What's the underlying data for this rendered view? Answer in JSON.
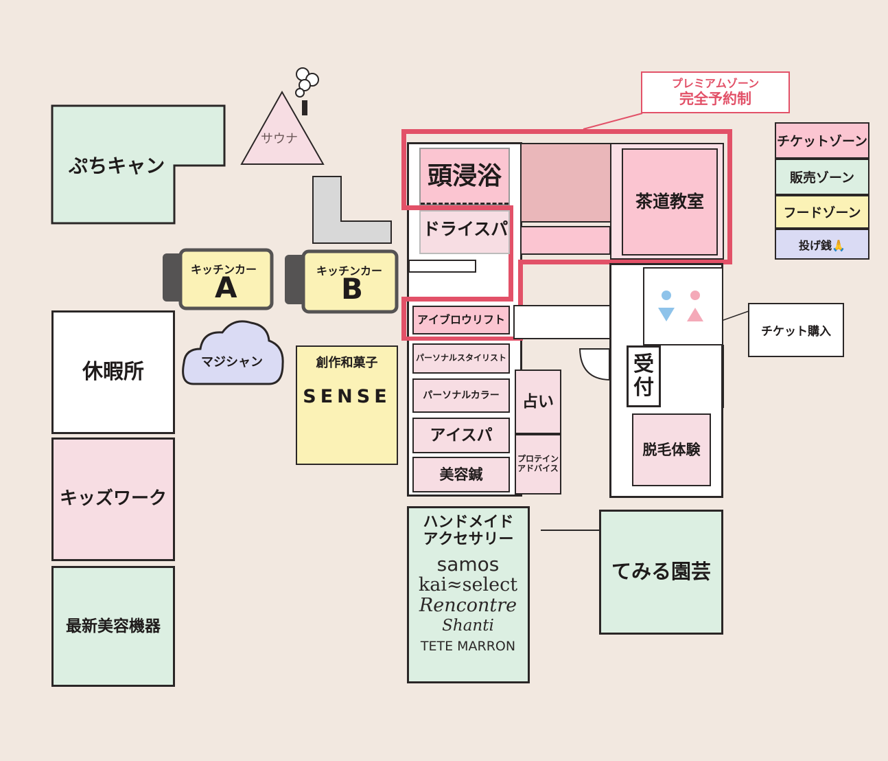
{
  "zones": {
    "petit_can": "ぷちキャン",
    "sauna": "サウナ",
    "kitchen_car_label": "キッチンカー",
    "kitchen_car_a": "A",
    "kitchen_car_b": "B",
    "magician": "マジシャン",
    "rest_area": "休暇所",
    "kids_work": "キッズワーク",
    "beauty_devices": "最新美容機器",
    "wagashi_title": "創作和菓子",
    "wagashi_name": "SENSE",
    "head_spa": "頭浸浴",
    "dry_spa": "ドライスパ",
    "tea_class": "茶道教室",
    "eyebrow_lift": "アイブロウリフト",
    "personal_stylist": "パーソナルスタイリスト",
    "personal_color": "パーソナルカラー",
    "eye_spa": "アイスパ",
    "beauty_acupuncture": "美容鍼",
    "fortune": "占い",
    "protein_1": "プロテイン",
    "protein_2": "アドバイス",
    "reception_1": "受",
    "reception_2": "付",
    "hair_removal": "脱毛体験",
    "temiru_garden": "てみる園芸",
    "handmade_1": "ハンドメイド",
    "handmade_2": "アクセサリー",
    "brands": [
      "samos",
      "kai≈select",
      "Rencontre",
      "Shanti",
      "TETE MARRON"
    ]
  },
  "callouts": {
    "premium_1": "プレミアムゾーン",
    "premium_2": "完全予約制",
    "ticket_purchase": "チケット購入"
  },
  "legend": {
    "ticket_zone": "チケットゾーン",
    "sales_zone": "販売ゾーン",
    "food_zone": "フードゾーン",
    "tip_zone": "投げ銭🙏"
  },
  "colors": {
    "background": "#f2e8e0",
    "ticket_zone": "#fbc5d1",
    "sales_zone": "#dcefe2",
    "food_zone": "#fbf2b6",
    "tip_zone": "#dadbf4",
    "premium_border": "#e25168"
  },
  "icons": [
    "smoke-icon",
    "male-restroom-icon",
    "female-restroom-icon",
    "storage-x-icon"
  ]
}
